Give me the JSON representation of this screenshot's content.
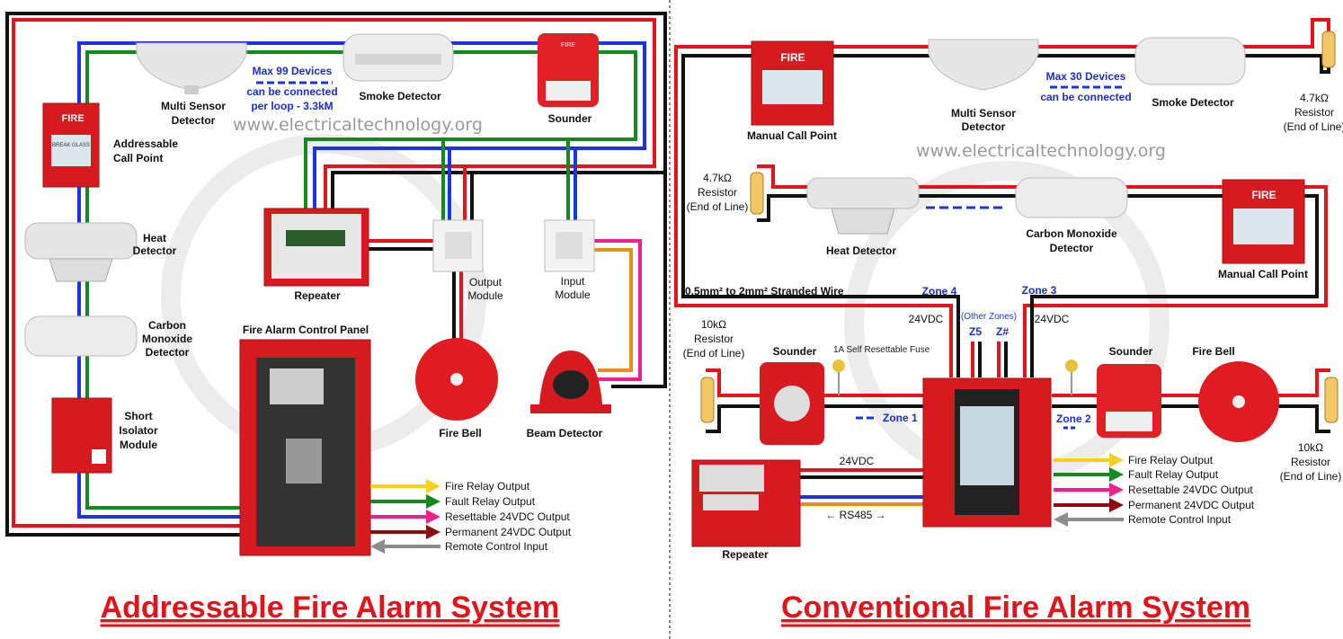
{
  "colors": {
    "red_wire": "#e3141b",
    "black_wire": "#111111",
    "blue_wire": "#1a35e0",
    "green_wire": "#138a1e",
    "device_red": "#d71a20",
    "title_red": "#e0141b",
    "yellow": "#f4d21a",
    "magenta": "#f0208f",
    "dark_red": "#8a0d12",
    "grey": "#8c8c8c",
    "orange": "#f08a1a"
  },
  "watermark": "www.electricaltechnology.org",
  "addressable": {
    "title": "Addressable Fire Alarm System",
    "multi_sensor": [
      "Multi Sensor",
      "Detector"
    ],
    "max_devices": [
      "Max 99 Devices",
      "can be connected",
      "per loop - 3.3kM"
    ],
    "smoke_detector": "Smoke Detector",
    "sounder": "Sounder",
    "call_point": [
      "Addressable",
      "Call Point"
    ],
    "mcp_fire": "FIRE",
    "mcp_glass": "BREAK GLASS",
    "heat_detector": [
      "Heat",
      "Detector"
    ],
    "co_detector": [
      "Carbon",
      "Monoxide",
      "Detector"
    ],
    "isolator": [
      "Short",
      "Isolator",
      "Module"
    ],
    "repeater": "Repeater",
    "output_module": [
      "Output",
      "Module"
    ],
    "input_module": [
      "Input",
      "Module"
    ],
    "control_panel": "Fire Alarm Control Panel",
    "fire_bell": "Fire Bell",
    "beam_detector": "Beam Detector",
    "outputs": [
      "Fire Relay Output",
      "Fault Relay Output",
      "Resettable 24VDC Output",
      "Permanent 24VDC Output",
      "Remote Control Input"
    ]
  },
  "conventional": {
    "title": "Conventional Fire Alarm System",
    "mcp_top": "Manual Call Point",
    "multi_sensor": [
      "Multi Sensor",
      "Detector"
    ],
    "max_devices": [
      "Max 30 Devices",
      "can be connected"
    ],
    "smoke_detector": "Smoke Detector",
    "resistor_top": [
      "4.7kΩ",
      "Resistor",
      "(End of Line)"
    ],
    "resistor_mid": [
      "4.7kΩ",
      "Resistor",
      "(End of Line)"
    ],
    "heat_detector": "Heat Detector",
    "co_detector": [
      "Carbon Monoxide",
      "Detector"
    ],
    "mcp_right": "Manual Call Point",
    "mcp_fire": "FIRE",
    "wire_spec": "0.5mm² to 2mm² Stranded Wire",
    "zone4": "Zone 4",
    "zone3": "Zone 3",
    "zone1": "Zone 1",
    "zone2": "Zone 2",
    "other_zones": "(Other Zones)",
    "z5": "Z5",
    "zhash": "Z#",
    "vdc_left": "24VDC",
    "vdc_right": "24VDC",
    "vdc_repeater": "24VDC",
    "resistor_left": [
      "10kΩ",
      "Resistor",
      "(End of Line)"
    ],
    "resistor_right": [
      "10kΩ",
      "Resistor",
      "(End of Line)"
    ],
    "sounder_left": "Sounder",
    "fuse": "1A Self Resettable Fuse",
    "sounder_right": "Sounder",
    "fire_bell": "Fire Bell",
    "repeater": "Repeater",
    "rs485": "← RS485 →",
    "outputs": [
      "Fire Relay Output",
      "Fault Relay Output",
      "Resettable 24VDC Output",
      "Permanent 24VDC Output",
      "Remote Control Input"
    ]
  }
}
